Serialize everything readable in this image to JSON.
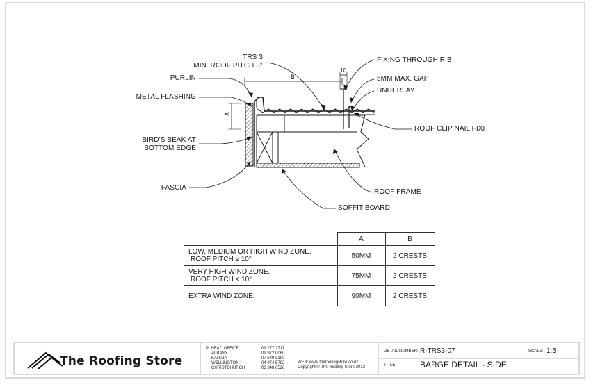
{
  "labels": {
    "trs": "TRS 3",
    "min_pitch": "MIN. ROOF PITCH 3°",
    "purlin": "PURLIN",
    "metal_flashing": "METAL FLASHING",
    "birds_beak_1": "BIRD'S BEAK AT",
    "birds_beak_2": "BOTTOM EDGE",
    "fascia": "FASCIA",
    "fixing_rib": "FIXING THROUGH RIB",
    "gap": "5MM MAX. GAP",
    "underlay": "UNDERLAY",
    "roof_clip": "ROOF CLIP NAIL FIXI",
    "roof_frame": "ROOF FRAME",
    "soffit": "SOFFIT BOARD",
    "dim_b": "B",
    "dim_a": "A",
    "dim_10": "10"
  },
  "table": {
    "headers": [
      "",
      "A",
      "B"
    ],
    "rows": [
      {
        "zone1": "LOW, MEDIUM OR HIGH WIND ZONE.",
        "zone2": "ROOF PITCH ≥ 10°",
        "a": "50MM",
        "b": "2 CRESTS"
      },
      {
        "zone1": "VERY HIGH WIND ZONE.",
        "zone2": "ROOF PITCH < 10°",
        "a": "75MM",
        "b": "2 CRESTS"
      },
      {
        "zone1": "EXTRA WIND ZONE.",
        "zone2": "",
        "a": "90MM",
        "b": "2 CRESTS"
      }
    ]
  },
  "title_block": {
    "company": "The Roofing Store",
    "offices": [
      {
        "name": "P: HEAD OFFICE",
        "phone": "09 277 2717"
      },
      {
        "name": "ALBANY",
        "phone": "09 972 0060"
      },
      {
        "name": "KAITAIA",
        "phone": "07 549 3190"
      },
      {
        "name": "WELLINGTON",
        "phone": "04 974 5792"
      },
      {
        "name": "CHRISTCHURCH",
        "phone": "03 348 6528"
      }
    ],
    "web": "WEB: www.theroofingstore.co.nz",
    "copyright": "Copyright © The Roofing Store 2013",
    "detail_number_label": "DETAIL NUMBER:",
    "detail_number": "R-TRS3-07",
    "scale_label": "SCALE:",
    "scale": "1:5",
    "title_label": "TITLE:",
    "title": "BARGE DETAIL - SIDE"
  },
  "colors": {
    "line": "#1a1a1a",
    "border": "#b5b5b5"
  }
}
